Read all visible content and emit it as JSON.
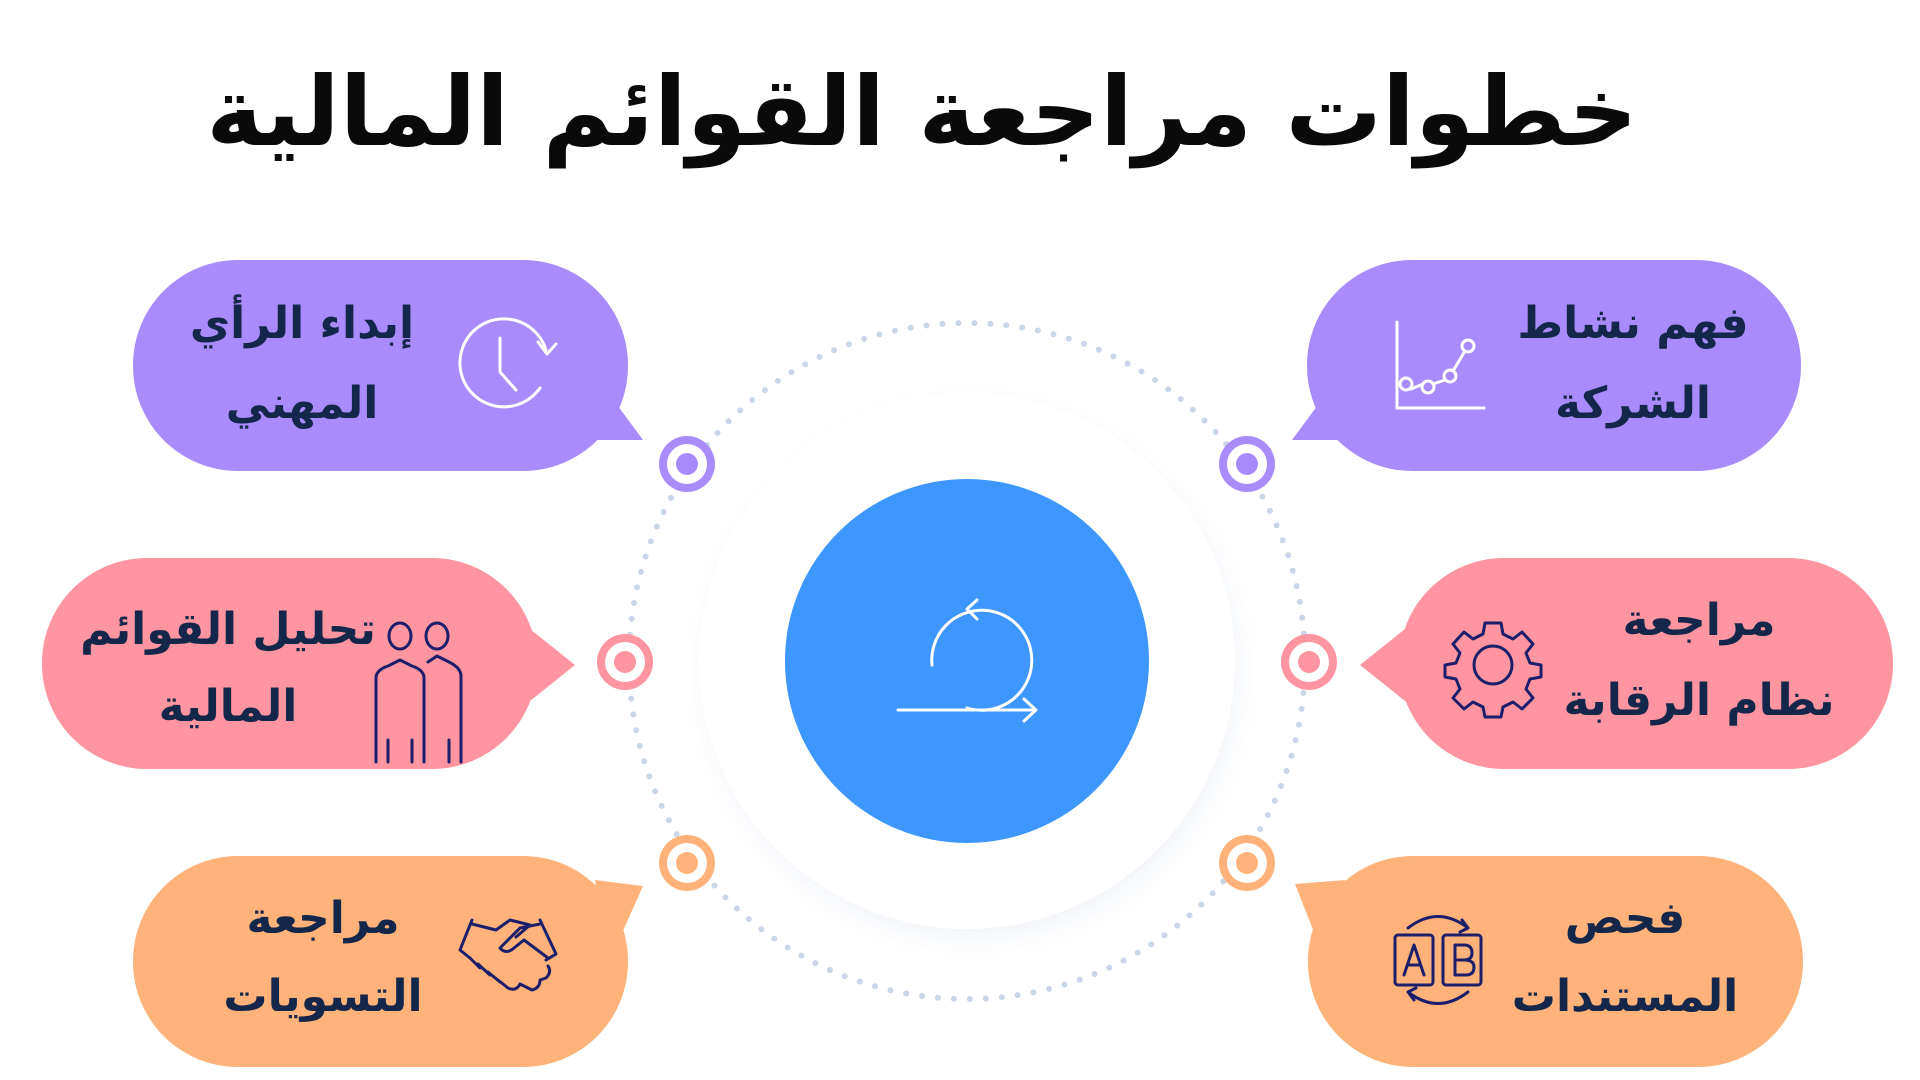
{
  "title": "خطوات مراجعة القوائم المالية",
  "colors": {
    "purple": "#A98BFB",
    "pink": "#FF95A0",
    "orange": "#FFB37A",
    "blue": "#3D97FF",
    "text": "#14264A",
    "dots": "#C9D6E8"
  },
  "center_icon": "cycle-arrow-icon",
  "steps": [
    {
      "line1": "فهم نشاط",
      "line2": "الشركة",
      "icon": "line-chart-icon",
      "color": "purple"
    },
    {
      "line1": "مراجعة",
      "line2": "نظام الرقابة",
      "icon": "gear-icon",
      "color": "pink"
    },
    {
      "line1": "فحص",
      "line2": "المستندات",
      "icon": "ab-compare-icon",
      "color": "orange"
    },
    {
      "line1": "إبداء الرأي",
      "line2": "المهني",
      "icon": "clock-icon",
      "color": "purple"
    },
    {
      "line1": "تحليل القوائم",
      "line2": "المالية",
      "icon": "people-icon",
      "color": "pink"
    },
    {
      "line1": "مراجعة",
      "line2": "التسويات",
      "icon": "handshake-icon",
      "color": "orange"
    }
  ]
}
